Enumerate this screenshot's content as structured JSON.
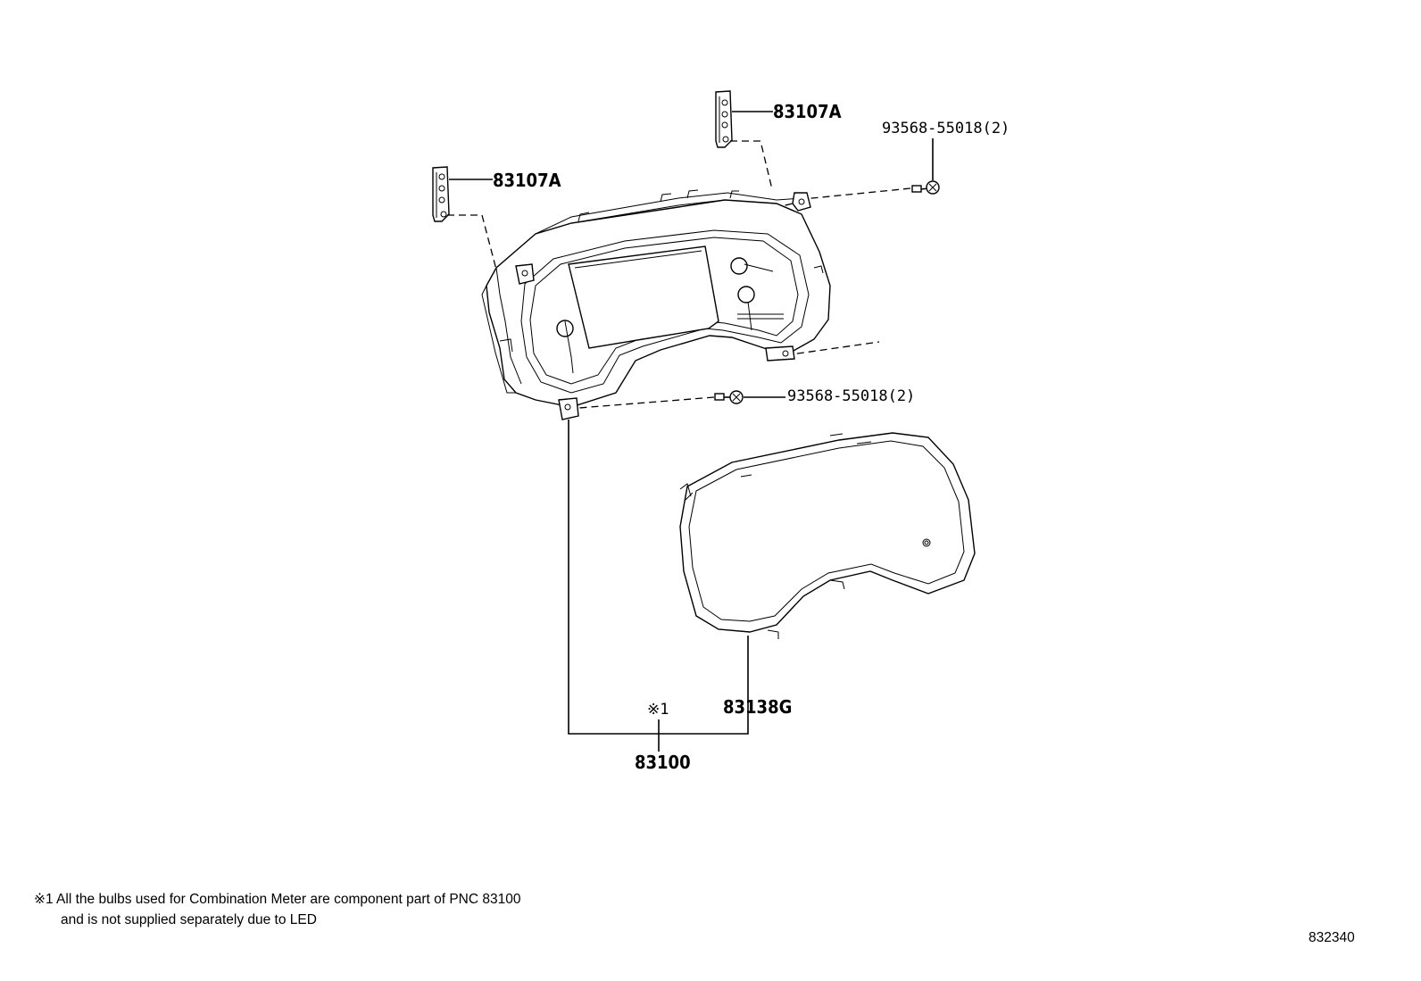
{
  "labels": {
    "bracket_upper": "83107A",
    "bracket_left": "83107A",
    "screw_upper": "93568-55018(2)",
    "screw_lower": "93568-55018(2)",
    "lens": "83138G",
    "meter_ref_mark": "※1",
    "meter": "83100"
  },
  "footnote": {
    "line1": "※1 All the bulbs used for Combination Meter are component part of PNC 83100",
    "line2": "and is not supplied separately due to LED"
  },
  "diagram_id": "832340"
}
